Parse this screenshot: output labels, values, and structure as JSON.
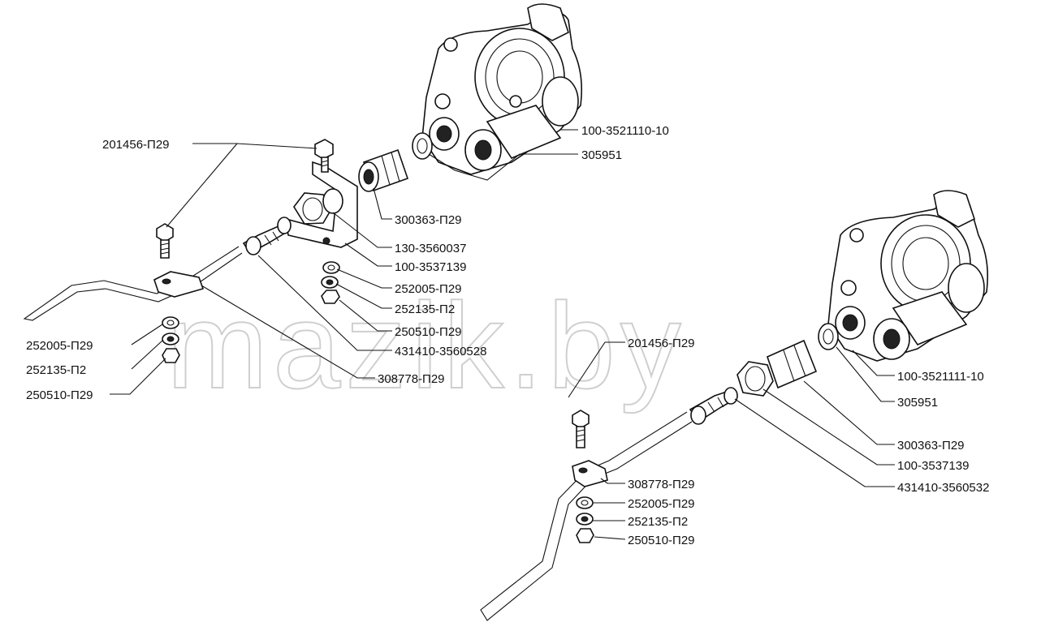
{
  "watermark": "mazik.by",
  "labels": {
    "a_201456": "201456-П29",
    "a_100_3521110": "100-3521110-10",
    "a_305951": "305951",
    "a_300363": "300363-П29",
    "a_130_3560037": "130-3560037",
    "a_100_3537139": "100-3537139",
    "a_252005": "252005-П29",
    "a_252135": "252135-П2",
    "a_250510": "250510-П29",
    "a_431410_3560528": "431410-3560528",
    "a_308778": "308778-П29",
    "l_252005": "252005-П29",
    "l_252135": "252135-П2",
    "l_250510": "250510-П29",
    "b_201456": "201456-П29",
    "b_100_3521111": "100-3521111-10",
    "b_305951": "305951",
    "b_300363": "300363-П29",
    "b_100_3537139": "100-3537139",
    "b_431410_3560532": "431410-3560532",
    "b_308778": "308778-П29",
    "b_252005": "252005-П29",
    "b_252135": "252135-П2",
    "b_250510": "250510-П29"
  }
}
